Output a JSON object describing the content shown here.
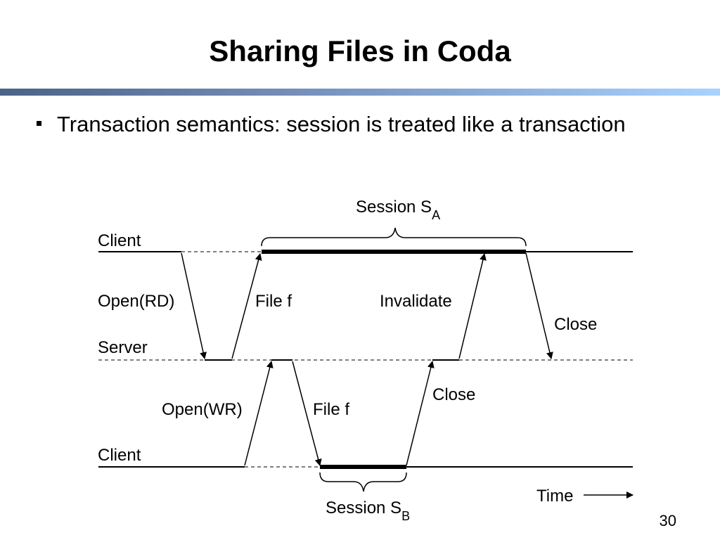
{
  "slide": {
    "title": "Sharing Files in Coda",
    "bullet": "Transaction semantics: session is treated like a transaction",
    "page_number": "30"
  },
  "diagram": {
    "session_a": {
      "label": "Session S",
      "subscript": "A"
    },
    "session_b": {
      "label": "Session S",
      "subscript": "B"
    },
    "lines": {
      "client_top": "Client",
      "server": "Server",
      "client_bottom": "Client"
    },
    "messages": {
      "open_rd": "Open(RD)",
      "file_f_top": "File f",
      "invalidate": "Invalidate",
      "close_top": "Close",
      "open_wr": "Open(WR)",
      "file_f_bottom": "File f",
      "close_bottom": "Close"
    },
    "time_label": "Time"
  }
}
